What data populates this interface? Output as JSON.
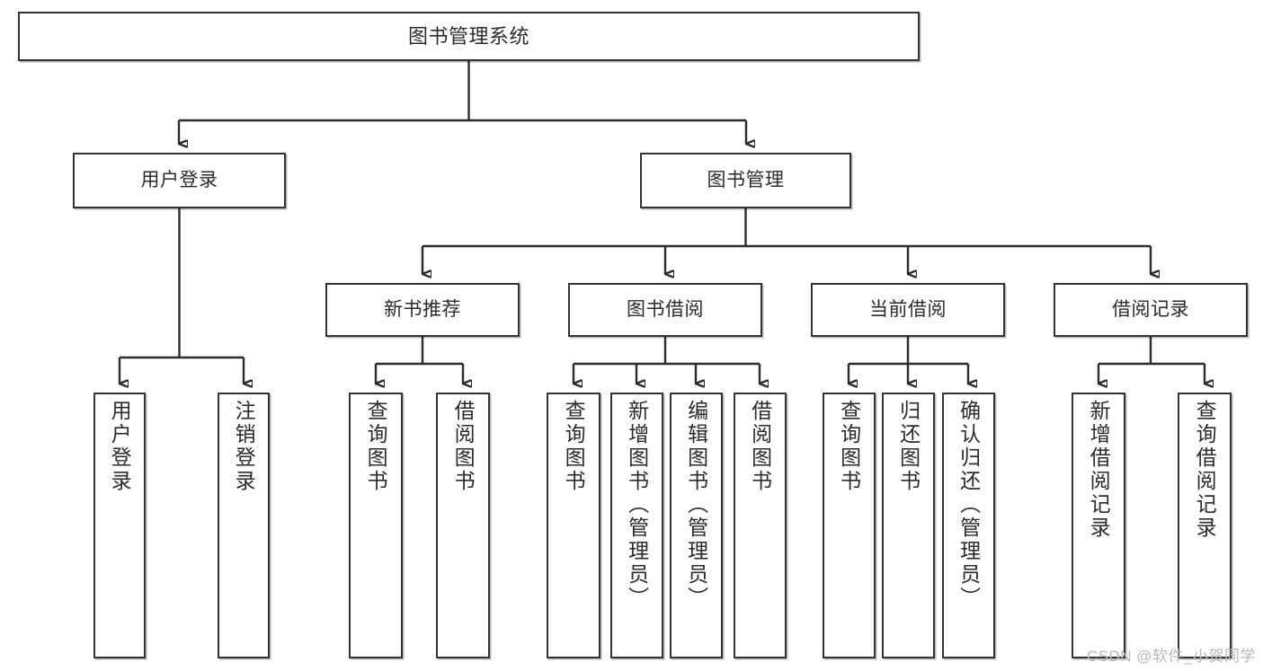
{
  "diagram": {
    "title": "图书管理系统",
    "type": "tree",
    "root": {
      "label": "图书管理系统"
    },
    "level2": [
      {
        "label": "用户登录"
      },
      {
        "label": "图书管理"
      }
    ],
    "level3": [
      {
        "label": "新书推荐"
      },
      {
        "label": "图书借阅"
      },
      {
        "label": "当前借阅"
      },
      {
        "label": "借阅记录"
      }
    ],
    "leaves": {
      "user_login": [
        {
          "label": "用户登录"
        },
        {
          "label": "注销登录"
        }
      ],
      "new_book_recommend": [
        {
          "label": "查询图书"
        },
        {
          "label": "借阅图书"
        }
      ],
      "book_borrow": [
        {
          "label": "查询图书"
        },
        {
          "label": "新增图书（管理员）"
        },
        {
          "label": "编辑图书（管理员）"
        },
        {
          "label": "借阅图书"
        }
      ],
      "current_borrow": [
        {
          "label": "查询图书"
        },
        {
          "label": "归还图书"
        },
        {
          "label": "确认归还（管理员）"
        }
      ],
      "borrow_record": [
        {
          "label": "新增借阅记录"
        },
        {
          "label": "查询借阅记录"
        }
      ]
    }
  },
  "watermark": {
    "text": "CSDN @软件_小贺同学"
  },
  "colors": {
    "stroke": "#2b2b2b",
    "box_fill": "#ffffff",
    "text": "#2b2b2b",
    "watermark": "#b9b9b9"
  }
}
